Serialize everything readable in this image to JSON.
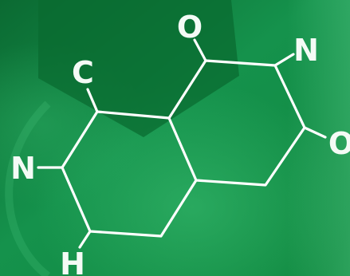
{
  "colors": {
    "background_dark": "#0b6a32",
    "background_mid": "#15924c",
    "background_light": "#34b86a",
    "hexagon_overlay": "#0a6b30",
    "bond_line": "#ffffff",
    "atom_text": "#f4fbf6"
  },
  "atoms": {
    "oxygen_top": "O",
    "nitrogen_top_right": "N",
    "oxygen_right": "O",
    "carbon_left": "C",
    "nitrogen_left": "N",
    "hydrogen_bottom": "H"
  }
}
